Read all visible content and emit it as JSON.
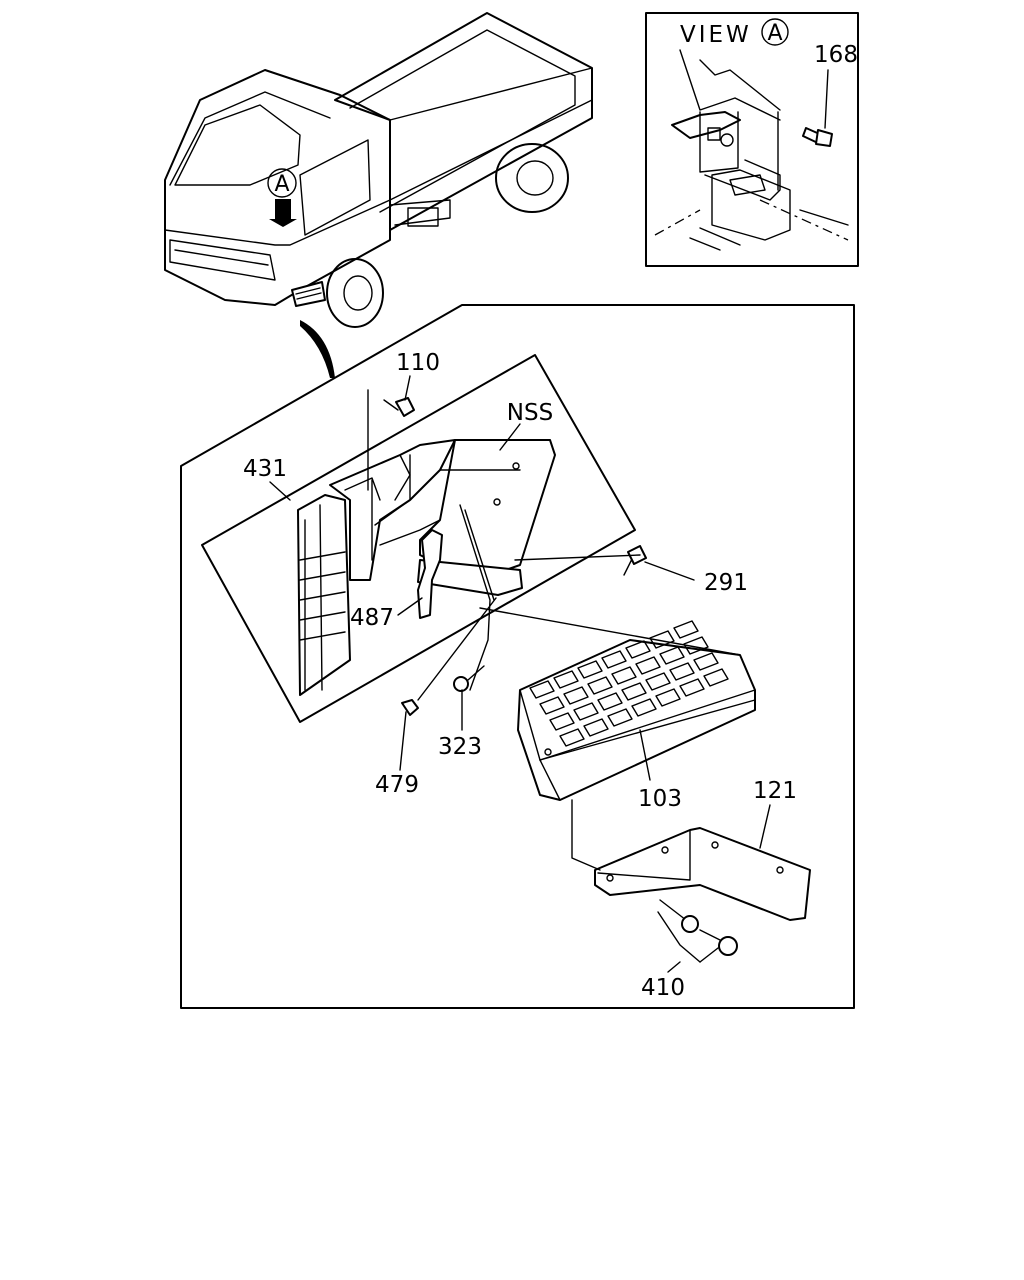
{
  "view_label": "VIEW",
  "view_marker": "A",
  "truck_marker": "A",
  "callouts": {
    "p168": "168",
    "p110": "110",
    "pNSS": "NSS",
    "p431": "431",
    "p291": "291",
    "p487": "487",
    "p323": "323",
    "p479": "479",
    "p103": "103",
    "p121": "121",
    "p410": "410"
  }
}
